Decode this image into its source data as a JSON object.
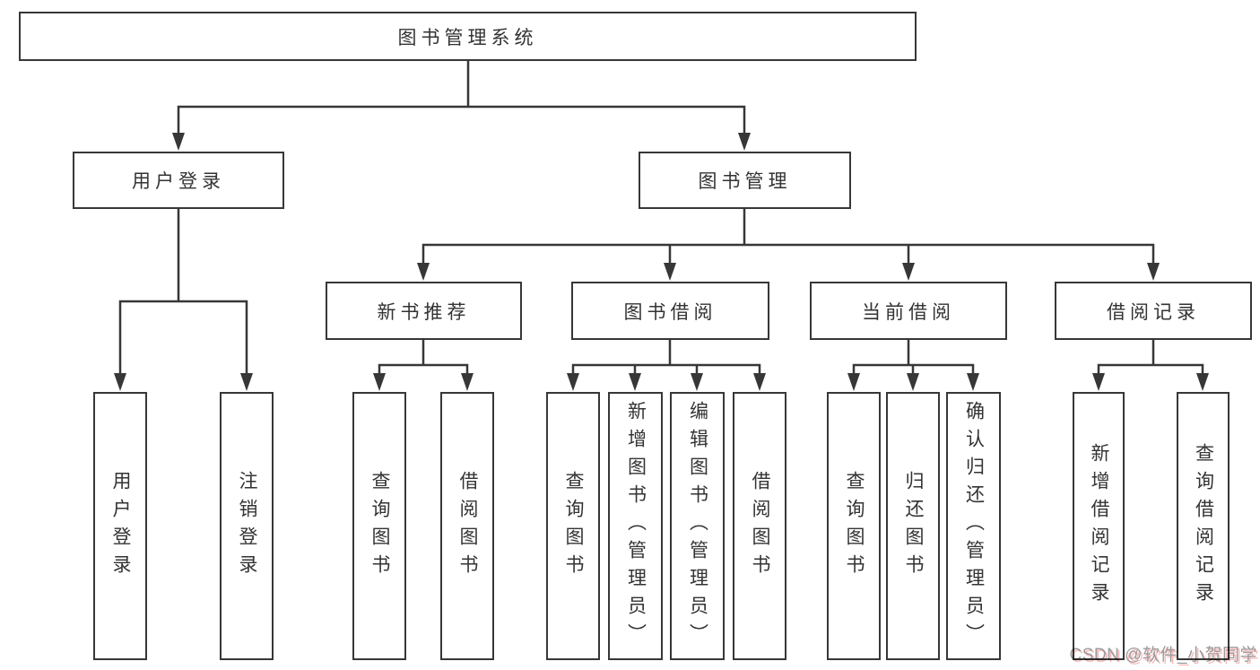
{
  "tree": {
    "root": {
      "label": "图书管理系统",
      "children": [
        {
          "label": "用户登录",
          "children": [
            {
              "label": "用户登录"
            },
            {
              "label": "注销登录"
            }
          ]
        },
        {
          "label": "图书管理",
          "children": [
            {
              "label": "新书推荐",
              "children": [
                {
                  "label": "查询图书"
                },
                {
                  "label": "借阅图书"
                }
              ]
            },
            {
              "label": "图书借阅",
              "children": [
                {
                  "label": "查询图书"
                },
                {
                  "label": "新增图书（管理员）"
                },
                {
                  "label": "编辑图书（管理员）"
                },
                {
                  "label": "借阅图书"
                }
              ]
            },
            {
              "label": "当前借阅",
              "children": [
                {
                  "label": "查询图书"
                },
                {
                  "label": "归还图书"
                },
                {
                  "label": "确认归还（管理员）"
                }
              ]
            },
            {
              "label": "借阅记录",
              "children": [
                {
                  "label": "新增借阅记录"
                },
                {
                  "label": "查询借阅记录"
                }
              ]
            }
          ]
        }
      ]
    }
  },
  "watermark": {
    "text": "CSDN @软件_小贺同学"
  },
  "colors": {
    "background": "#ffffff",
    "box_fill": "#ffffff",
    "line": "#373737",
    "text": "#333333",
    "watermark_text": "#9b9b9b",
    "watermark_shadow": "#f08080"
  }
}
